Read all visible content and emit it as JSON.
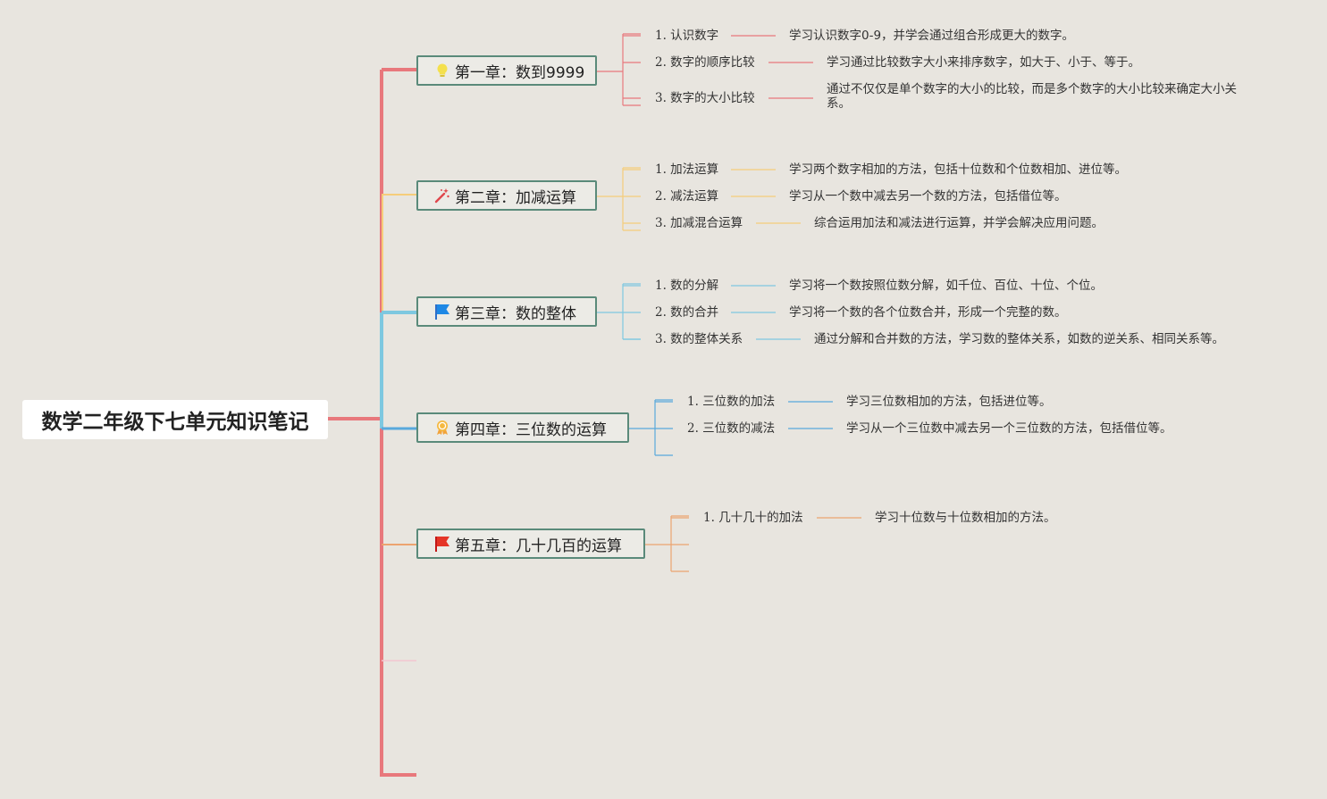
{
  "title": "数学二年级下七单元知识笔记",
  "chapters": [
    {
      "label": "第一章：数到9999",
      "icon": "lightbulb-icon",
      "color": "#e8787c",
      "items": [
        {
          "topic": "1. 认识数字",
          "desc": "学习认识数字0-9，并学会通过组合形成更大的数字。"
        },
        {
          "topic": "2. 数字的顺序比较",
          "desc": "学习通过比较数字大小来排序数字，如大于、小于、等于。"
        },
        {
          "topic": "3. 数字的大小比较",
          "desc": "通过不仅仅是单个数字的大小的比较，而是多个数字的大小比较来确定大小关系。"
        }
      ]
    },
    {
      "label": "第二章：加减运算",
      "icon": "magic-wand-icon",
      "color": "#f5cd7a",
      "items": [
        {
          "topic": "1. 加法运算",
          "desc": "学习两个数字相加的方法，包括十位数和个位数相加、进位等。"
        },
        {
          "topic": "2. 减法运算",
          "desc": "学习从一个数中减去另一个数的方法，包括借位等。"
        },
        {
          "topic": "3. 加减混合运算",
          "desc": "综合运用加法和减法进行运算，并学会解决应用问题。"
        }
      ]
    },
    {
      "label": "第三章：数的整体",
      "icon": "blue-flag-icon",
      "color": "#7ec8e0",
      "items": [
        {
          "topic": "1. 数的分解",
          "desc": "学习将一个数按照位数分解，如千位、百位、十位、个位。"
        },
        {
          "topic": "2. 数的合并",
          "desc": "学习将一个数的各个位数合并，形成一个完整的数。"
        },
        {
          "topic": "3. 数的整体关系",
          "desc": "通过分解和合并数的方法，学习数的整体关系，如数的逆关系、相同关系等。"
        }
      ]
    },
    {
      "label": "第四章：三位数的运算",
      "icon": "award-ribbon-icon",
      "color": "#58a9dc",
      "items": [
        {
          "topic": "1. 三位数的加法",
          "desc": "学习三位数相加的方法，包括进位等。"
        },
        {
          "topic": "2. 三位数的减法",
          "desc": "学习从一个三位数中减去另一个三位数的方法，包括借位等。"
        }
      ]
    },
    {
      "label": "第五章：几十几百的运算",
      "icon": "red-flag-icon",
      "color": "#eca36f",
      "items": [
        {
          "topic": "1. 几十几十的加法",
          "desc": "学习十位数与十位数相加的方法。"
        }
      ]
    }
  ]
}
